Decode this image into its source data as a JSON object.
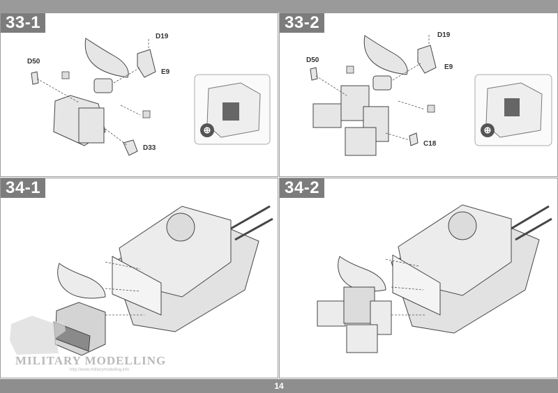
{
  "page": {
    "number": "14"
  },
  "steps": [
    {
      "id": "step-33-1",
      "label": "33-1",
      "parts": [
        "D19",
        "E9",
        "D50",
        "D33"
      ]
    },
    {
      "id": "step-33-2",
      "label": "33-2",
      "parts": [
        "D19",
        "E9",
        "D50",
        "C18"
      ]
    },
    {
      "id": "step-34-1",
      "label": "34-1"
    },
    {
      "id": "step-34-2",
      "label": "34-2"
    }
  ],
  "watermark": {
    "text": "MILITARY MODELLING",
    "url": "http://www.militarymodelling.info"
  },
  "icons": [
    "zoom-icon",
    "no-glue-icon"
  ],
  "colors": {
    "header_bar": "#9a9a9a",
    "step_label_bg": "#7c7c7c",
    "panel_border": "#9c9c9c",
    "line_art": "#444444"
  }
}
